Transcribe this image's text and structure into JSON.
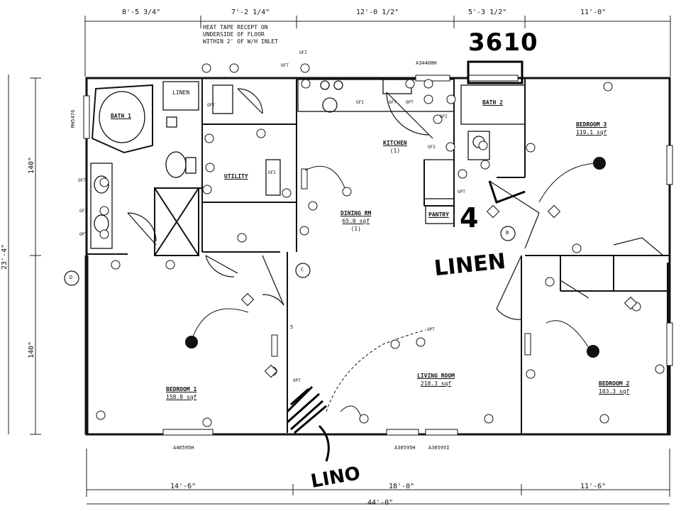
{
  "dimensions": {
    "top": [
      "8'-5 3/4\"",
      "7'-2 1/4\"",
      "12'-0 1/2\"",
      "5'-3 1/2\"",
      "11'-0\""
    ],
    "bottom": [
      "14'-6\"",
      "18'-0\"",
      "11'-6\""
    ],
    "overall_width": "44'-0\"",
    "left_total": "23'-4\"",
    "left_upper": "140\"",
    "left_lower": "140\""
  },
  "notes": {
    "heat_tape": "HEAT TAPE RECEPT ON\nUNDERSIDE OF FLOOR\nWITHIN 2' OF W/H INLET"
  },
  "rooms": {
    "bath1": {
      "name": "BATH 1"
    },
    "bath2": {
      "name": "BATH 2"
    },
    "utility": {
      "name": "UTILITY"
    },
    "kitchen": {
      "name": "KITCHEN",
      "count": "(1)"
    },
    "dining": {
      "name": "DINING RM",
      "area": "65.0 sqf",
      "count": "(1)"
    },
    "living": {
      "name": "LIVING ROOM",
      "area": "218.3 sqf"
    },
    "bedroom1": {
      "name": "BEDROOM 1",
      "area": "158.8 sqf"
    },
    "bedroom2": {
      "name": "BEDROOM 2",
      "area": "103.3 sqf"
    },
    "bedroom3": {
      "name": "BEDROOM 3",
      "area": "119.1 sqf"
    },
    "pantry": {
      "name": "PANTRY"
    },
    "linen_closet": {
      "name": "LINEN"
    }
  },
  "window_codes": {
    "top_center": "A34408H",
    "bottom_left": "A46595H",
    "bottom_center_1": "A30595H",
    "bottom_center_2": "A30595I",
    "left_wall": "MH5476"
  },
  "device_labels": [
    "GFI",
    "OFT",
    "GFI",
    "OFT",
    "OPT",
    "OFT",
    "GFI",
    "GFI",
    "GFI",
    "OFT",
    "OPT",
    "GPT",
    "OPT",
    "GFI",
    "OPT"
  ],
  "callouts": {
    "a": "D",
    "b": "C",
    "c": "B",
    "d": "5"
  },
  "handwritten": {
    "window_spec": "3610",
    "linen": "LINEN",
    "lino": "LINO",
    "closet_num": "4"
  }
}
